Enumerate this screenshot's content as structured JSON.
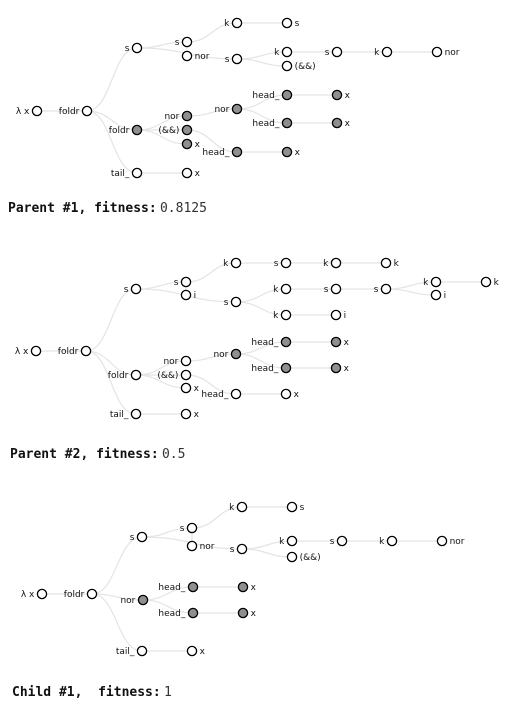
{
  "trees": [
    {
      "caption": {
        "label": "Parent #1, fitness:",
        "value": "0.8125"
      },
      "nodes": [
        {
          "id": "root",
          "label": "λ x",
          "fill": "white"
        },
        {
          "id": "foldr",
          "label": "foldr",
          "fill": "white"
        },
        {
          "id": "s1",
          "label": "s",
          "fill": "white"
        },
        {
          "id": "s1a",
          "label": "s",
          "fill": "white"
        },
        {
          "id": "k1",
          "label": "k",
          "fill": "white"
        },
        {
          "id": "s1leaf",
          "label": "s",
          "fill": "white"
        },
        {
          "id": "nor1",
          "label": "nor",
          "fill": "white"
        },
        {
          "id": "s1b",
          "label": "s",
          "fill": "white"
        },
        {
          "id": "k2",
          "label": "k",
          "fill": "white"
        },
        {
          "id": "s2",
          "label": "s",
          "fill": "white"
        },
        {
          "id": "k3",
          "label": "k",
          "fill": "white"
        },
        {
          "id": "nor2",
          "label": "nor",
          "fill": "white"
        },
        {
          "id": "and1",
          "label": "(&&)",
          "fill": "white"
        },
        {
          "id": "foldr2",
          "label": "foldr",
          "fill": "gray"
        },
        {
          "id": "nor3",
          "label": "nor",
          "fill": "gray"
        },
        {
          "id": "and2",
          "label": "(&&)",
          "fill": "gray"
        },
        {
          "id": "x1",
          "label": "x",
          "fill": "gray"
        },
        {
          "id": "nor4",
          "label": "nor",
          "fill": "gray"
        },
        {
          "id": "head1",
          "label": "head_",
          "fill": "gray"
        },
        {
          "id": "x2",
          "label": "x",
          "fill": "gray"
        },
        {
          "id": "head2",
          "label": "head_",
          "fill": "gray"
        },
        {
          "id": "x3",
          "label": "x",
          "fill": "gray"
        },
        {
          "id": "head3",
          "label": "head_",
          "fill": "gray"
        },
        {
          "id": "x4",
          "label": "x",
          "fill": "gray"
        },
        {
          "id": "tail",
          "label": "tail_",
          "fill": "white"
        },
        {
          "id": "x5",
          "label": "x",
          "fill": "white"
        }
      ]
    },
    {
      "caption": {
        "label": "Parent #2, fitness:",
        "value": "0.5"
      },
      "nodes": [
        {
          "id": "root",
          "label": "λ x",
          "fill": "white"
        },
        {
          "id": "foldr",
          "label": "foldr",
          "fill": "white"
        },
        {
          "id": "s1",
          "label": "s",
          "fill": "white"
        },
        {
          "id": "s1a",
          "label": "s",
          "fill": "white"
        },
        {
          "id": "k1",
          "label": "k",
          "fill": "white"
        },
        {
          "id": "s2",
          "label": "s",
          "fill": "white"
        },
        {
          "id": "k2",
          "label": "k",
          "fill": "white"
        },
        {
          "id": "k2leaf",
          "label": "k",
          "fill": "white"
        },
        {
          "id": "i1",
          "label": "i",
          "fill": "white"
        },
        {
          "id": "s1b",
          "label": "s",
          "fill": "white"
        },
        {
          "id": "k3",
          "label": "k",
          "fill": "white"
        },
        {
          "id": "s3",
          "label": "s",
          "fill": "white"
        },
        {
          "id": "s4",
          "label": "s",
          "fill": "white"
        },
        {
          "id": "k4",
          "label": "k",
          "fill": "white"
        },
        {
          "id": "k5",
          "label": "k",
          "fill": "white"
        },
        {
          "id": "i2",
          "label": "i",
          "fill": "white"
        },
        {
          "id": "k6",
          "label": "k",
          "fill": "white"
        },
        {
          "id": "i3",
          "label": "i",
          "fill": "white"
        },
        {
          "id": "foldr2",
          "label": "foldr",
          "fill": "white"
        },
        {
          "id": "nor1",
          "label": "nor",
          "fill": "white"
        },
        {
          "id": "and1",
          "label": "(&&)",
          "fill": "white"
        },
        {
          "id": "x1",
          "label": "x",
          "fill": "white"
        },
        {
          "id": "nor2",
          "label": "nor",
          "fill": "gray"
        },
        {
          "id": "head1",
          "label": "head_",
          "fill": "gray"
        },
        {
          "id": "x2",
          "label": "x",
          "fill": "gray"
        },
        {
          "id": "head2",
          "label": "head_",
          "fill": "gray"
        },
        {
          "id": "x3",
          "label": "x",
          "fill": "gray"
        },
        {
          "id": "head3",
          "label": "head_",
          "fill": "white"
        },
        {
          "id": "x4",
          "label": "x",
          "fill": "white"
        },
        {
          "id": "tail",
          "label": "tail_",
          "fill": "white"
        },
        {
          "id": "x5",
          "label": "x",
          "fill": "white"
        }
      ]
    },
    {
      "caption": {
        "label": "Child #1,  fitness:",
        "value": "1"
      },
      "nodes": [
        {
          "id": "root",
          "label": "λ x",
          "fill": "white"
        },
        {
          "id": "foldr",
          "label": "foldr",
          "fill": "white"
        },
        {
          "id": "s1",
          "label": "s",
          "fill": "white"
        },
        {
          "id": "s1a",
          "label": "s",
          "fill": "white"
        },
        {
          "id": "k1",
          "label": "k",
          "fill": "white"
        },
        {
          "id": "s1leaf",
          "label": "s",
          "fill": "white"
        },
        {
          "id": "nor1",
          "label": "nor",
          "fill": "white"
        },
        {
          "id": "s1b",
          "label": "s",
          "fill": "white"
        },
        {
          "id": "k2",
          "label": "k",
          "fill": "white"
        },
        {
          "id": "s2",
          "label": "s",
          "fill": "white"
        },
        {
          "id": "k3",
          "label": "k",
          "fill": "white"
        },
        {
          "id": "nor2",
          "label": "nor",
          "fill": "white"
        },
        {
          "id": "and1",
          "label": "(&&)",
          "fill": "white"
        },
        {
          "id": "nor3",
          "label": "nor",
          "fill": "gray"
        },
        {
          "id": "head1",
          "label": "head_",
          "fill": "gray"
        },
        {
          "id": "x1",
          "label": "x",
          "fill": "gray"
        },
        {
          "id": "head2",
          "label": "head_",
          "fill": "gray"
        },
        {
          "id": "x2",
          "label": "x",
          "fill": "gray"
        },
        {
          "id": "tail",
          "label": "tail_",
          "fill": "white"
        },
        {
          "id": "x3",
          "label": "x",
          "fill": "white"
        }
      ]
    }
  ],
  "edges": [
    [
      [
        "root",
        "foldr"
      ],
      [
        "foldr",
        "s1"
      ],
      [
        "foldr",
        "foldr2"
      ],
      [
        "foldr",
        "tail"
      ],
      [
        "s1",
        "s1a"
      ],
      [
        "s1",
        "s1b"
      ],
      [
        "s1a",
        "k1"
      ],
      [
        "s1a",
        "nor1"
      ],
      [
        "k1",
        "s1leaf"
      ],
      [
        "s1b",
        "k2"
      ],
      [
        "s1b",
        "and1"
      ],
      [
        "k2",
        "s2"
      ],
      [
        "s2",
        "k3"
      ],
      [
        "k3",
        "nor2"
      ],
      [
        "foldr2",
        "nor3"
      ],
      [
        "foldr2",
        "and2"
      ],
      [
        "foldr2",
        "x1"
      ],
      [
        "nor3",
        "nor4"
      ],
      [
        "nor4",
        "head1"
      ],
      [
        "nor4",
        "head2"
      ],
      [
        "head1",
        "x2"
      ],
      [
        "head2",
        "x3"
      ],
      [
        "and2",
        "head3"
      ],
      [
        "head3",
        "x4"
      ],
      [
        "tail",
        "x5"
      ]
    ],
    [
      [
        "root",
        "foldr"
      ],
      [
        "foldr",
        "s1"
      ],
      [
        "foldr",
        "foldr2"
      ],
      [
        "foldr",
        "tail"
      ],
      [
        "s1",
        "s1a"
      ],
      [
        "s1",
        "s1b"
      ],
      [
        "s1a",
        "k1"
      ],
      [
        "s1a",
        "i1"
      ],
      [
        "k1",
        "s2"
      ],
      [
        "s2",
        "k2"
      ],
      [
        "k2",
        "k2leaf"
      ],
      [
        "s1b",
        "k3"
      ],
      [
        "s1b",
        "k6"
      ],
      [
        "k3",
        "s3"
      ],
      [
        "s3",
        "s4"
      ],
      [
        "s4",
        "k4"
      ],
      [
        "s4",
        "i2"
      ],
      [
        "k4",
        "k5"
      ],
      [
        "k6",
        "i3"
      ],
      [
        "foldr2",
        "nor1"
      ],
      [
        "foldr2",
        "and1"
      ],
      [
        "foldr2",
        "x1"
      ],
      [
        "nor1",
        "nor2"
      ],
      [
        "nor2",
        "head1"
      ],
      [
        "nor2",
        "head2"
      ],
      [
        "head1",
        "x2"
      ],
      [
        "head2",
        "x3"
      ],
      [
        "and1",
        "head3"
      ],
      [
        "head3",
        "x4"
      ],
      [
        "tail",
        "x5"
      ]
    ],
    [
      [
        "root",
        "foldr"
      ],
      [
        "foldr",
        "s1"
      ],
      [
        "foldr",
        "nor3"
      ],
      [
        "foldr",
        "tail"
      ],
      [
        "s1",
        "s1a"
      ],
      [
        "s1",
        "s1b"
      ],
      [
        "s1a",
        "k1"
      ],
      [
        "s1a",
        "nor1"
      ],
      [
        "k1",
        "s1leaf"
      ],
      [
        "s1b",
        "k2"
      ],
      [
        "s1b",
        "and1"
      ],
      [
        "k2",
        "s2"
      ],
      [
        "s2",
        "k3"
      ],
      [
        "k3",
        "nor2"
      ],
      [
        "nor3",
        "head1"
      ],
      [
        "nor3",
        "head2"
      ],
      [
        "head1",
        "x1"
      ],
      [
        "head2",
        "x2"
      ],
      [
        "tail",
        "x3"
      ]
    ]
  ]
}
